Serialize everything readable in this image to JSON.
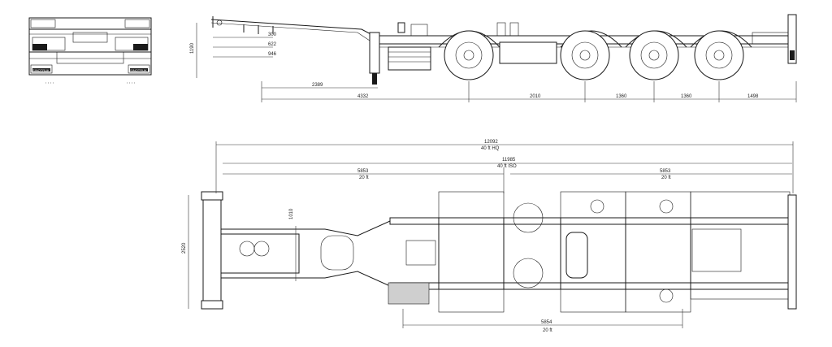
{
  "drawing": {
    "front_view": {
      "brand_left": "SINOTRUK",
      "brand_right": "SINOTRUK"
    },
    "side_view": {
      "dims": {
        "height": "1190",
        "d1": "300",
        "d2": "622",
        "d3": "946",
        "kingpin_to_leg": "2389",
        "kingpin_to_axle": "4332",
        "axle_a": "2010",
        "axle_b": "1360",
        "axle_c": "1360",
        "rear_overhang": "1498"
      }
    },
    "top_view": {
      "overall": {
        "value": "12092",
        "label": "40 ft HQ"
      },
      "center": {
        "value": "11985",
        "label": "40 ft ISO"
      },
      "front20": {
        "value": "5853",
        "label": "20 ft"
      },
      "rear20": {
        "value": "5853",
        "label": "20 ft"
      },
      "bottom20": {
        "value": "5854",
        "label": "20 ft"
      },
      "width": "2520",
      "neck": "1010"
    }
  }
}
